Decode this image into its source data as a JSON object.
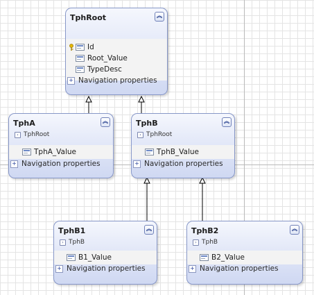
{
  "entities": {
    "tphroot": {
      "name": "TphRoot",
      "properties": [
        "Id",
        "Root_Value",
        "TypeDesc"
      ],
      "navigation_label": "Navigation properties"
    },
    "tpha": {
      "name": "TphA",
      "base": "TphRoot",
      "properties": [
        "TphA_Value"
      ],
      "navigation_label": "Navigation properties"
    },
    "tphb": {
      "name": "TphB",
      "base": "TphRoot",
      "properties": [
        "TphB_Value"
      ],
      "navigation_label": "Navigation properties"
    },
    "tphb1": {
      "name": "TphB1",
      "base": "TphB",
      "properties": [
        "B1_Value"
      ],
      "navigation_label": "Navigation properties"
    },
    "tphb2": {
      "name": "TphB2",
      "base": "TphB",
      "properties": [
        "B2_Value"
      ],
      "navigation_label": "Navigation properties"
    }
  },
  "key_property": "Id",
  "icons": {
    "collapse": "double-chevron-up-icon",
    "base_type": "inheritance-arrow-icon",
    "key": "key-icon",
    "property": "scalar-property-icon",
    "navigation": "expand-plus-icon"
  },
  "colors": {
    "entity_fill": "#dfe5f7",
    "entity_border": "#8797c8",
    "connector": "#000000"
  }
}
